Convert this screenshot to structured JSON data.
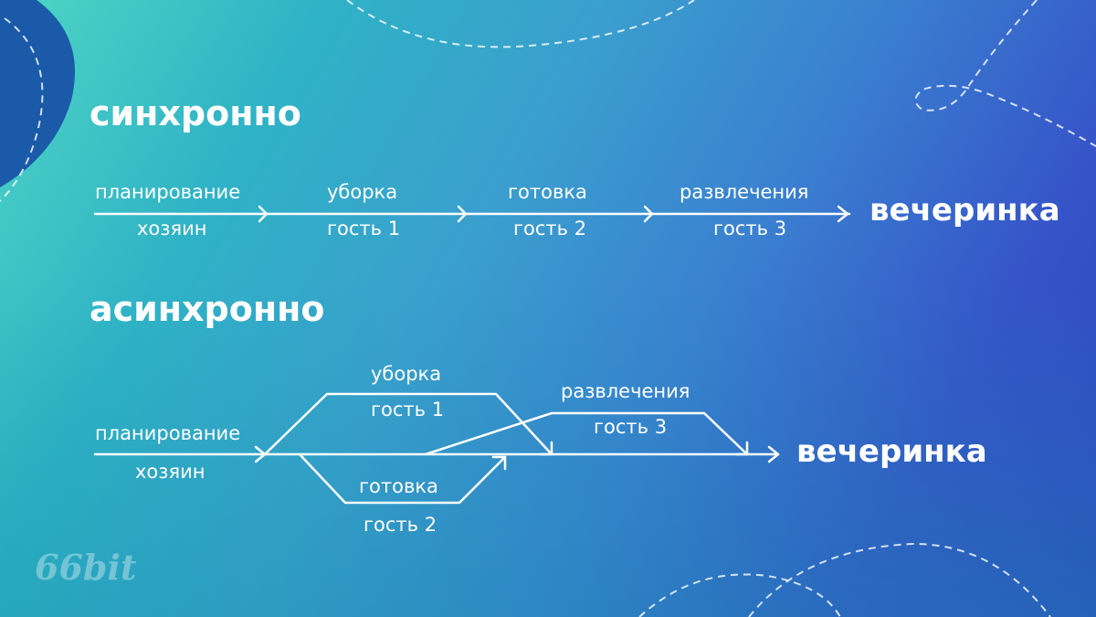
{
  "colors": {
    "line": "#ffffff",
    "corner_blob": "#1a5aa8"
  },
  "sync": {
    "heading": "синхронно",
    "steps": [
      {
        "top": "планирование",
        "bottom": "хозяин"
      },
      {
        "top": "уборка",
        "bottom": "гость 1"
      },
      {
        "top": "готовка",
        "bottom": "гость 2"
      },
      {
        "top": "развлечения",
        "bottom": "гость 3"
      }
    ],
    "result": "вечеринка"
  },
  "async": {
    "heading": "асинхронно",
    "main": {
      "top": "планирование",
      "bottom": "хозяин"
    },
    "upper": {
      "top": "уборка",
      "bottom": "гость 1"
    },
    "lower": {
      "top": "готовка",
      "bottom": "гость 2"
    },
    "right": {
      "top": "развлечения",
      "bottom": "гость 3"
    },
    "result": "вечеринка"
  },
  "logo": "66bit"
}
